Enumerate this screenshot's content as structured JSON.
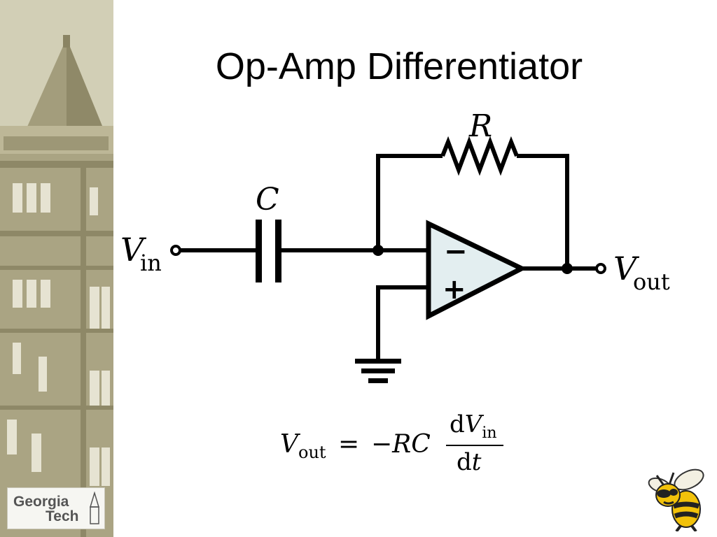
{
  "slide": {
    "title": "Op-Amp Differentiator"
  },
  "circuit": {
    "resistor_label": "R",
    "capacitor_label": "C",
    "input_label": "V",
    "input_sub": "in",
    "output_label": "V",
    "output_sub": "out",
    "minus_sign": "−",
    "plus_sign": "+"
  },
  "formula": {
    "lhs": "V",
    "lhs_sub": "out",
    "equals": "=",
    "rhs_factor": "−RC",
    "numerator_d": "d",
    "numerator_var": "V",
    "numerator_sub": "in",
    "denominator_d": "d",
    "denominator_var": "t"
  },
  "branding": {
    "logo_line1": "Georgia",
    "logo_line2": "Tech"
  },
  "colors": {
    "sidebar_bg": "#b8b394",
    "opamp_fill": "#e3eef0",
    "wire": "#000000"
  }
}
